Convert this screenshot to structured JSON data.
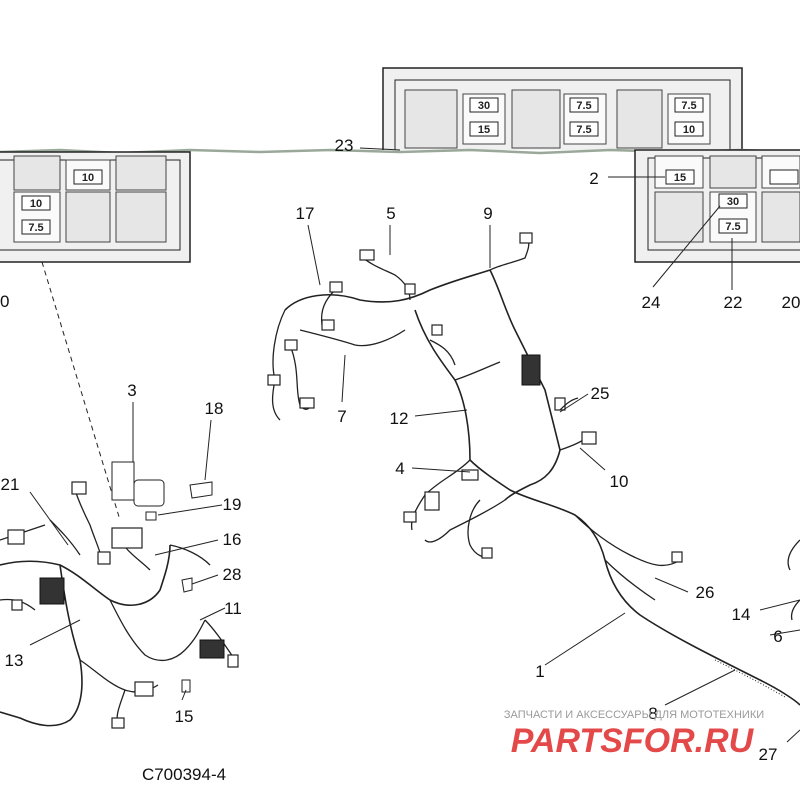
{
  "diagram": {
    "drawing_number": "C700394-4",
    "fuse_boxes": {
      "top": {
        "fuses": [
          "30",
          "15",
          "7.5",
          "7.5",
          "7.5",
          "10"
        ]
      },
      "left": {
        "fuses": [
          "10",
          "10",
          "7.5"
        ]
      },
      "right": {
        "fuses": [
          "15",
          "30",
          "7.5"
        ]
      }
    },
    "callouts": [
      "1",
      "2",
      "3",
      "4",
      "5",
      "6",
      "7",
      "8",
      "9",
      "10",
      "11",
      "12",
      "13",
      "14",
      "15",
      "16",
      "17",
      "18",
      "19",
      "20",
      "21",
      "22",
      "23",
      "24",
      "25",
      "26",
      "27",
      "28"
    ],
    "watermark": {
      "tagline": "ЗАПЧАСТИ И АКСЕССУАРЫ ДЛЯ МОТОТЕХНИКИ",
      "logo": "PARTSFOR.RU"
    }
  },
  "colors": {
    "line": "#222222",
    "watermark": "#e02a2a",
    "fuse_box_fill": "#f0f0f0"
  }
}
